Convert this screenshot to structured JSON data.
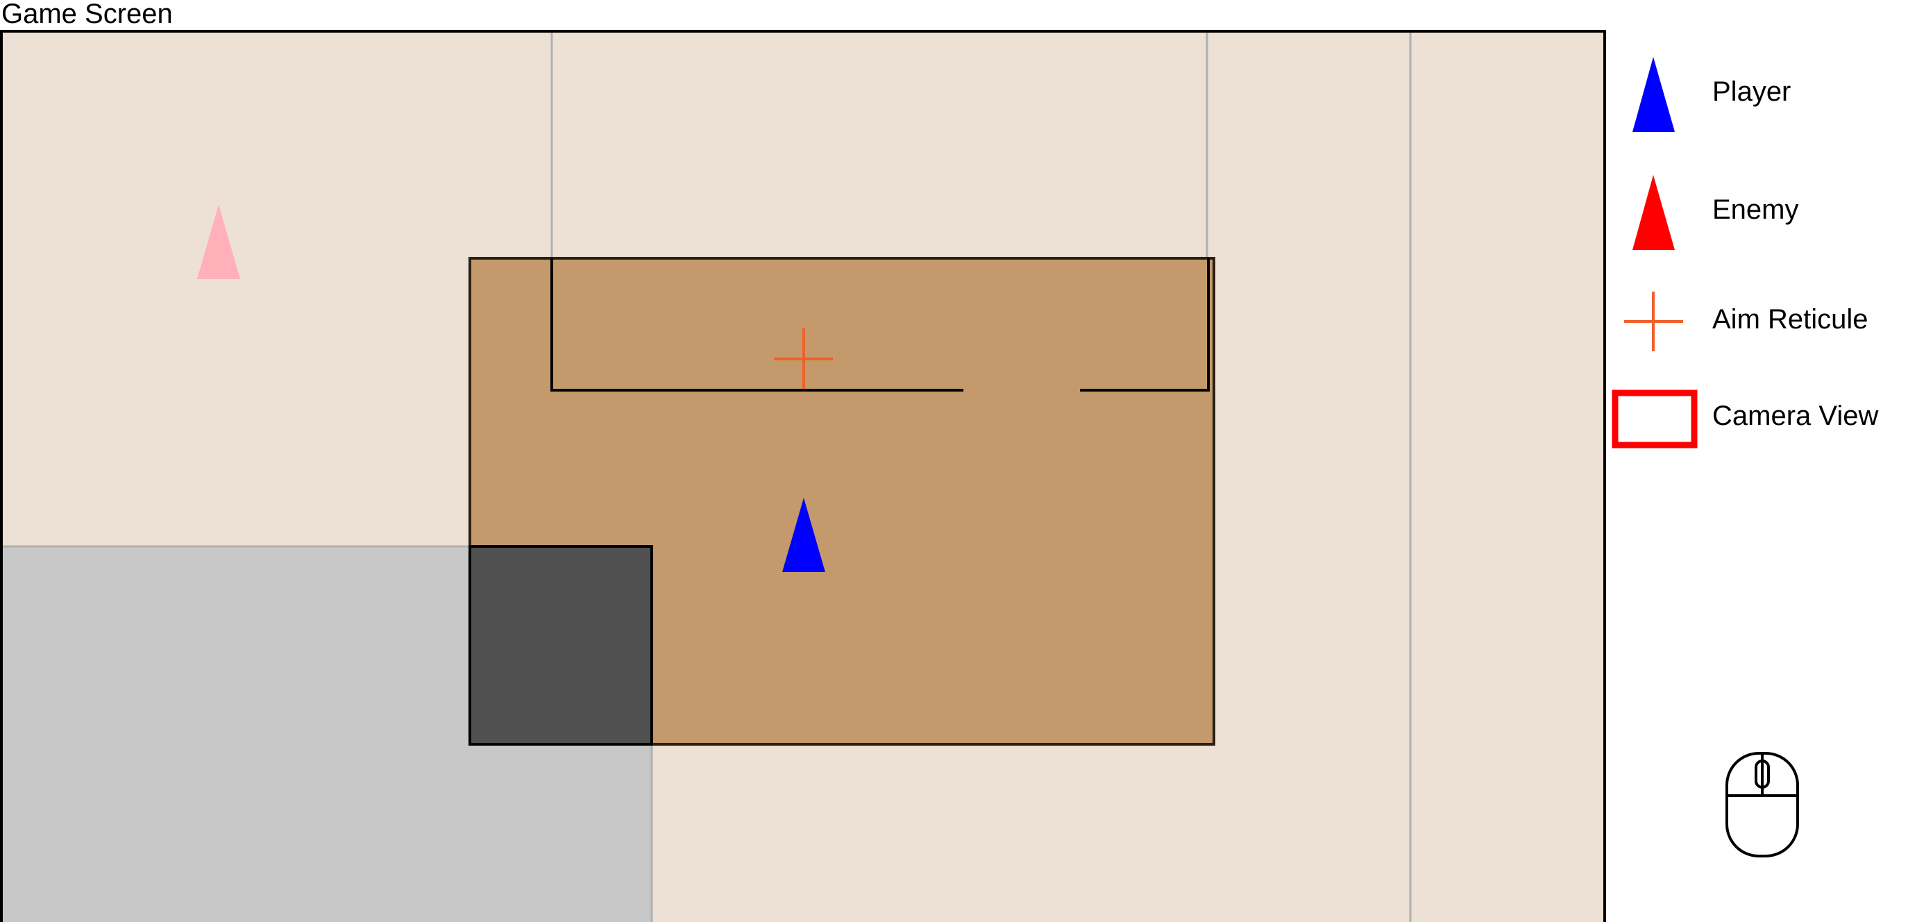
{
  "title": "Game Screen",
  "legend": {
    "player": "Player",
    "enemy": "Enemy",
    "aim_reticule": "Aim Reticule",
    "camera_view": "Camera View"
  },
  "icons": {
    "mouse": "mouse-icon"
  },
  "colors": {
    "background": "#EDE0D4",
    "camera_view_fill": "#C49A6C",
    "shadow_fill": "#C8C8C8",
    "overlap_fill": "#505050",
    "player": "#0000FF",
    "enemy": "#FF0000",
    "enemy_faded": "#FFB0B8",
    "reticule": "#F0602A",
    "camera_legend_border": "#FF0000",
    "grid_line": "#B0B0B0",
    "wall": "#000000"
  }
}
